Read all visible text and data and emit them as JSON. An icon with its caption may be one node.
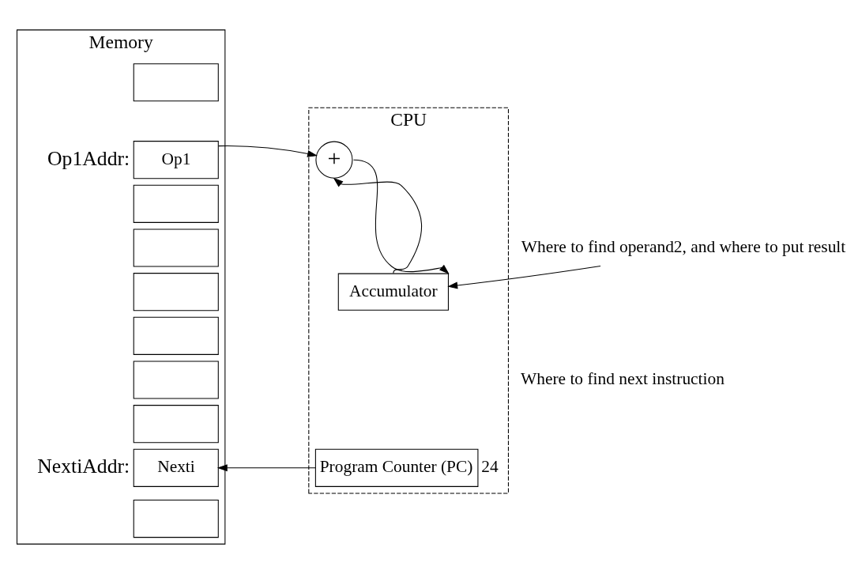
{
  "diagram": {
    "nodes": [
      {
        "text": [
          "Memory"
        ]
      },
      {
        "text": [],
        "shape": "box",
        "in": 0
      },
      {
        "text": [
          "Op1"
        ],
        "in": 0,
        "beside": [
          "Op1Addr:"
        ]
      },
      {
        "text": [],
        "shape": "box",
        "in": 0
      },
      {
        "text": [],
        "shape": "box",
        "in": 0
      },
      {
        "text": [],
        "shape": "box",
        "in": 0
      },
      {
        "text": [],
        "shape": "box",
        "in": 0
      },
      {
        "text": [],
        "shape": "box",
        "in": 0
      },
      {
        "text": [],
        "shape": "box",
        "in": 0
      },
      {
        "text": [
          "Nexti"
        ],
        "in": 0,
        "beside": [
          "NextiAddr:"
        ]
      },
      {
        "text": [],
        "shape": "box",
        "in": 0
      },
      {
        "text": [
          "CPU"
        ]
      },
      {
        "text": [
          "+"
        ],
        "in": 11
      },
      {
        "text": [
          "Accumulator"
        ],
        "in": 11
      },
      {
        "text": [
          "Program Counter (PC)"
        ],
        "in": 11,
        "beside": [
          "24"
        ]
      },
      {
        "text": [
          "Where to find operand2, and where to put result"
        ]
      }
    ],
    "edges": [
      {
        "from": 2,
        "to": 12,
        "arrow": "to"
      },
      {
        "from": 12,
        "to": 13,
        "arrow": "to"
      },
      {
        "from": 13,
        "to": 12,
        "arrow": "to"
      },
      {
        "from": 14,
        "to": 9,
        "arrow": "to"
      },
      {
        "from": 15,
        "to": 13,
        "arrow": "to"
      }
    ],
    "labels": [
      "Where to find next instruction"
    ]
  }
}
